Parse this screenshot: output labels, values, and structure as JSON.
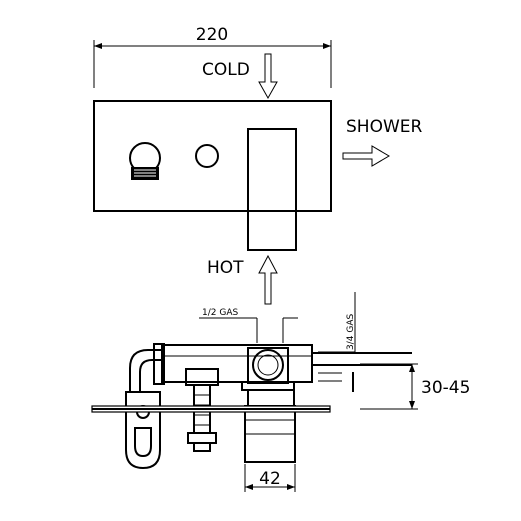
{
  "labels": {
    "width_dim": "220",
    "cold": "COLD",
    "shower": "SHOWER",
    "hot": "HOT",
    "inlet_half": "1/2 GAS",
    "outlet_three_quarter": "3/4 GAS",
    "depth_range": "30-45",
    "body_dim": "42"
  }
}
